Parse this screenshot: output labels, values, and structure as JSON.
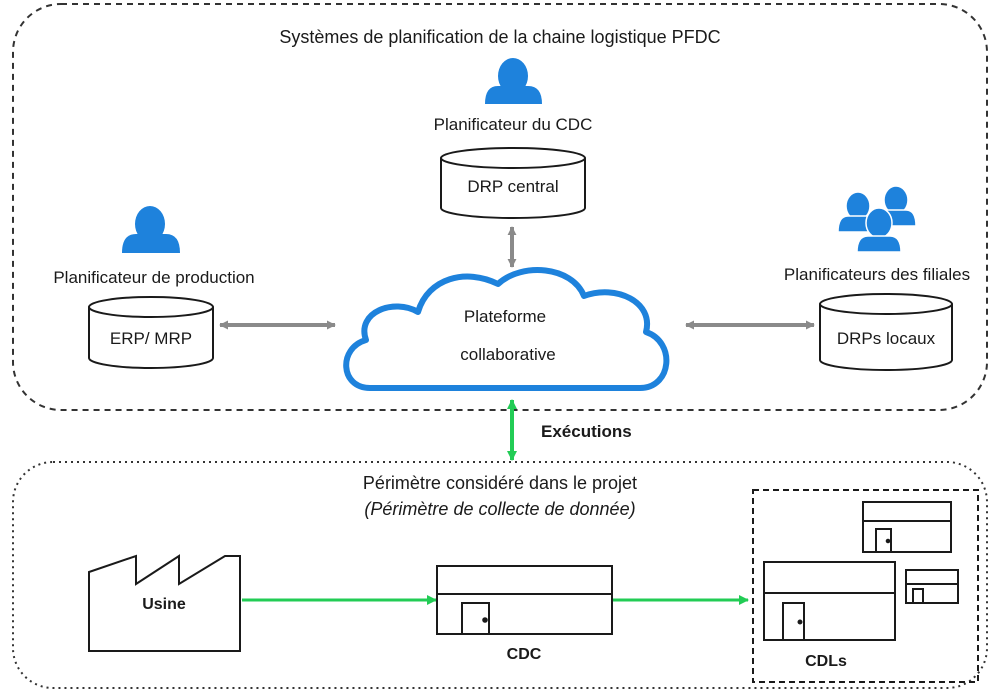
{
  "top_region": {
    "title": "Systèmes de planification de la chaine logistique PFDC"
  },
  "actors": {
    "cdc_planner": "Planificateur du CDC",
    "production_planner": "Planificateur de production",
    "subsidiary_planners": "Planificateurs des filiales"
  },
  "systems": {
    "central_drp": "DRP central",
    "erp_mrp": "ERP/ MRP",
    "local_drps": "DRPs locaux"
  },
  "platform": {
    "line1": "Plateforme",
    "line2": "collaborative"
  },
  "link_label": "Exécutions",
  "bottom_region": {
    "title": "Périmètre considéré dans le projet",
    "subtitle": "(Périmètre de collecte de donnée)"
  },
  "facilities": {
    "factory": "Usine",
    "cdc": "CDC",
    "cdls": "CDLs"
  },
  "colors": {
    "person_icon": "#1e82dc",
    "cloud_stroke": "#1e82dc",
    "gray_arrow": "#8a8a8a",
    "green_arrow": "#22cc55",
    "outline": "#1a1a1a"
  }
}
